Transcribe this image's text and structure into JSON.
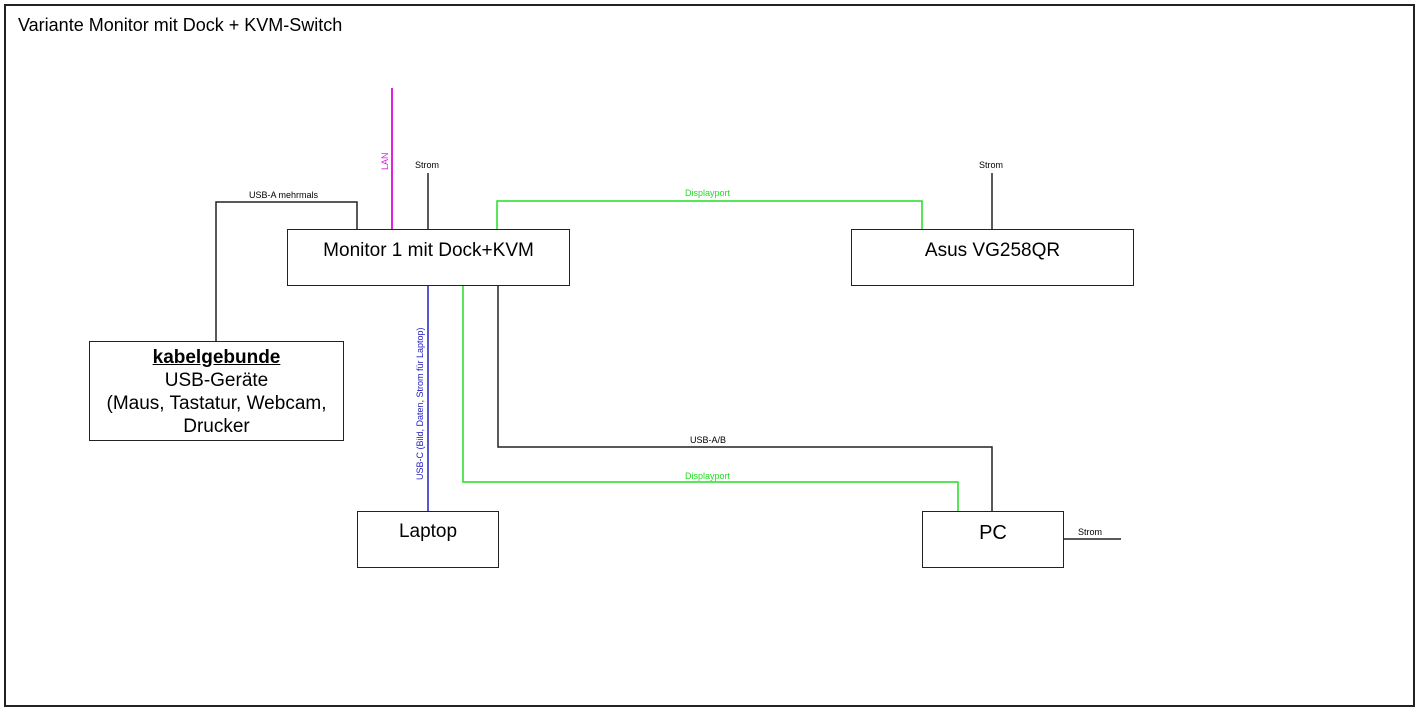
{
  "title": "Variante Monitor mit Dock + KVM-Switch",
  "nodes": {
    "monitor1": "Monitor 1 mit Dock+KVM",
    "asus": "Asus VG258QR",
    "usb_devices": {
      "heading": "kabelgebunde",
      "line1": "USB-Geräte",
      "line2": "(Maus, Tastatur, Webcam,",
      "line3": "Drucker"
    },
    "laptop": "Laptop",
    "pc": "PC"
  },
  "connections": {
    "usb_a_multi": "USB-A mehrmals",
    "lan": "LAN",
    "strom_monitor1": "Strom",
    "displayport_top": "Displayport",
    "strom_asus": "Strom",
    "usb_c": "USB-C (Bild, Daten, Strom für Laptop)",
    "usb_ab": "USB-A/B",
    "displayport_bottom": "Displayport",
    "strom_pc": "Strom"
  },
  "colors": {
    "displayport": "#22dd22",
    "lan": "#e020e0",
    "usb_c": "#2020c0",
    "default": "#222222"
  }
}
